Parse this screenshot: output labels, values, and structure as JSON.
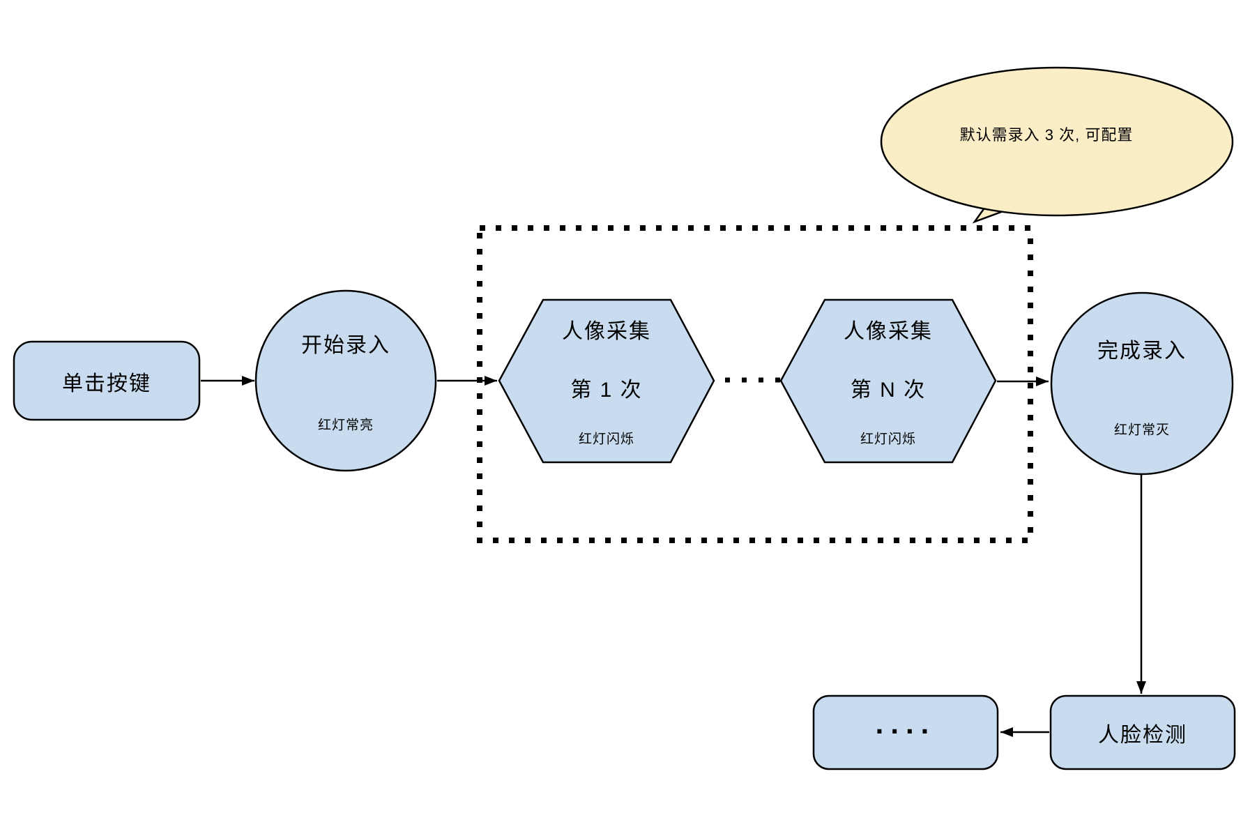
{
  "colors": {
    "node_fill": "#C9DCEF",
    "bubble_fill": "#FBEEC7",
    "stroke": "#000000",
    "background": "#FFFFFF"
  },
  "nodes": {
    "click_button": {
      "label": "单击按键"
    },
    "start_enroll": {
      "label": "开始录入",
      "sublabel": "红灯常亮"
    },
    "capture_1": {
      "label": "人像采集",
      "label2": "第 1 次",
      "sublabel": "红灯闪烁"
    },
    "capture_n": {
      "label": "人像采集",
      "label2": "第 N 次",
      "sublabel": "红灯闪烁"
    },
    "finish_enroll": {
      "label": "完成录入",
      "sublabel": "红灯常灭"
    },
    "face_detect": {
      "label": "人脸检测"
    },
    "more": {
      "label": "...."
    }
  },
  "callout": {
    "text": "默认需录入 3 次, 可配置"
  },
  "edges": [
    {
      "from": "click_button",
      "to": "start_enroll"
    },
    {
      "from": "start_enroll",
      "to": "capture_1"
    },
    {
      "from": "capture_n",
      "to": "finish_enroll"
    },
    {
      "from": "finish_enroll",
      "to": "face_detect"
    },
    {
      "from": "face_detect",
      "to": "more"
    }
  ]
}
